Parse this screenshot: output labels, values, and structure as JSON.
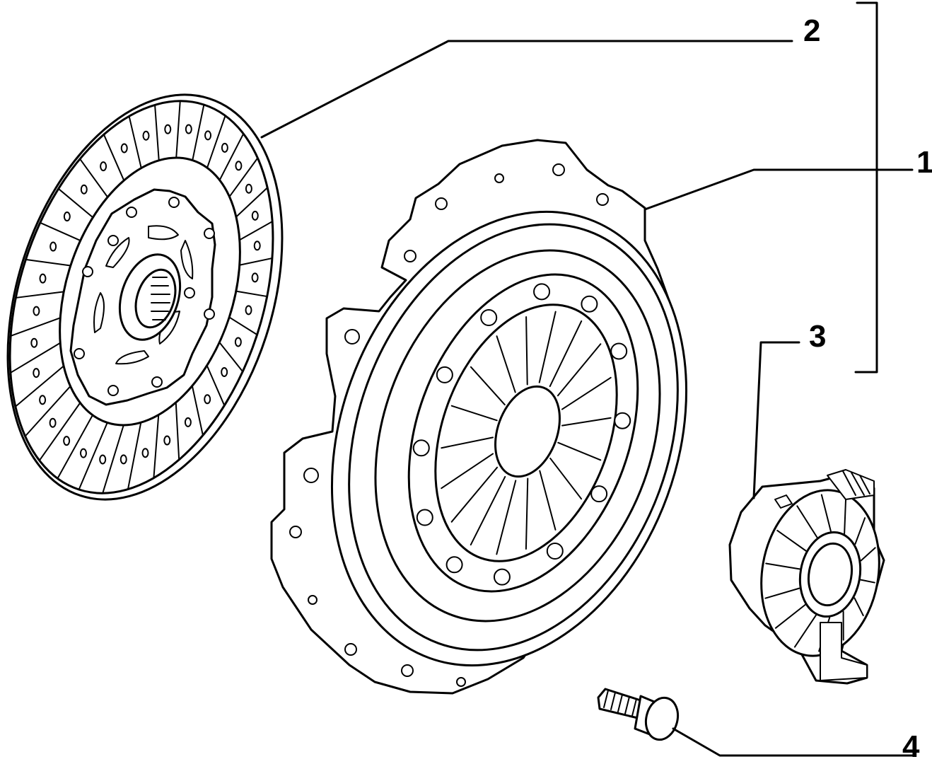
{
  "diagram": {
    "type": "exploded-parts-diagram",
    "subject": "clutch assembly",
    "callouts": [
      {
        "id": "1",
        "label": "1",
        "part": "clutch-pressure-plate"
      },
      {
        "id": "2",
        "label": "2",
        "part": "clutch-disc"
      },
      {
        "id": "3",
        "label": "3",
        "part": "release-bearing"
      },
      {
        "id": "4",
        "label": "4",
        "part": "bolt"
      }
    ],
    "colors": {
      "line": "#000000",
      "background": "#ffffff"
    }
  }
}
